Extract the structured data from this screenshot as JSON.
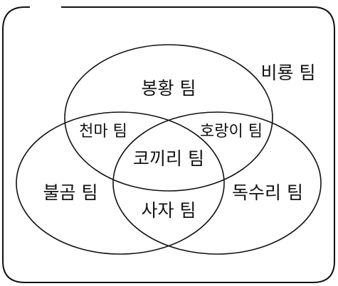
{
  "diagram": {
    "outer_label": "비룡 팀",
    "regions": {
      "top_only": "봉황 팀",
      "left_only": "불곰 팀",
      "right_only": "독수리 팀",
      "top_left": "천마 팀",
      "top_right": "호랑이 팀",
      "left_right": "사자 팀",
      "center": "코끼리 팀"
    }
  }
}
